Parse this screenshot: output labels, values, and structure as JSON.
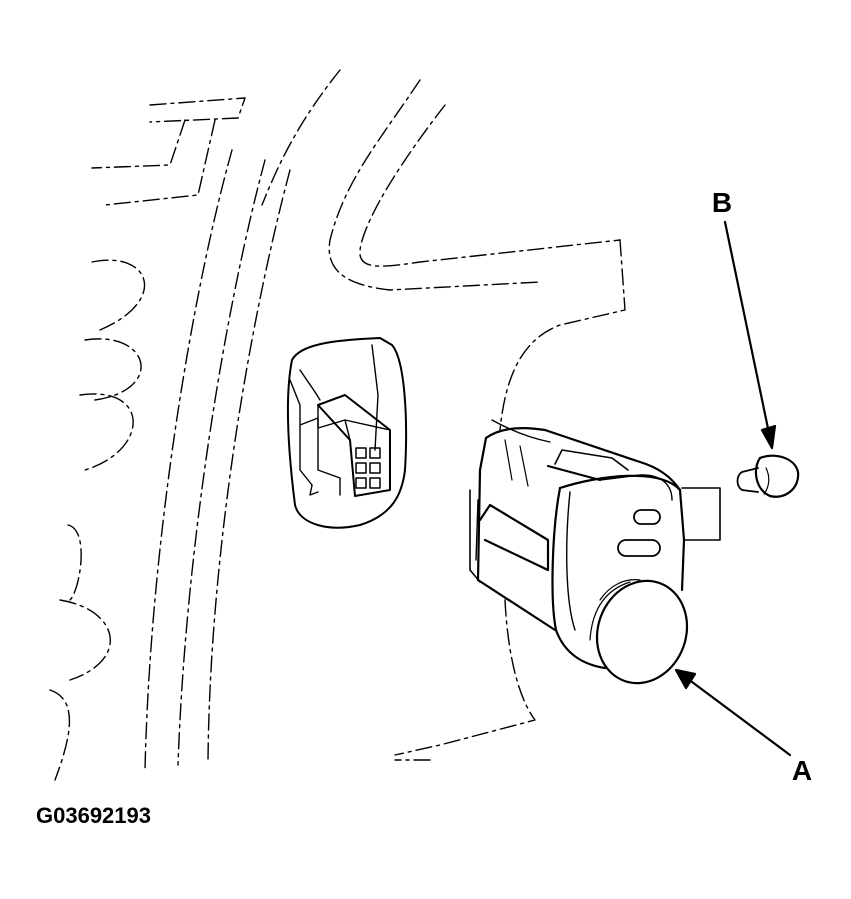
{
  "diagram": {
    "figure_code": "G03692193",
    "callouts": [
      {
        "id": "A",
        "label": "A"
      },
      {
        "id": "B",
        "label": "B"
      }
    ],
    "colors": {
      "line": "#000000",
      "background": "#ffffff"
    }
  }
}
